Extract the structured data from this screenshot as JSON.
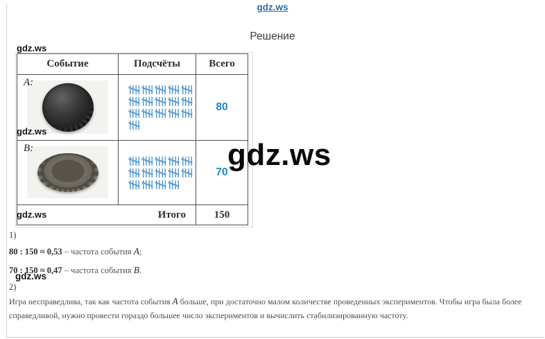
{
  "watermark": "gdz.ws",
  "heading": "Решение",
  "table": {
    "headers": [
      "Событие",
      "Подсчёты",
      "Всего"
    ],
    "rows": [
      {
        "event_label": "A:",
        "cap": "bottle-cap-top-view",
        "tally_groups": 16,
        "groups_per_row": 5,
        "tally_value": 80,
        "total": "80"
      },
      {
        "event_label": "B:",
        "cap": "bottle-cap-inside-view",
        "tally_groups": 14,
        "groups_per_row": 5,
        "tally_value": 70,
        "total": "70"
      }
    ],
    "footer_label": "Итого",
    "footer_total": "150"
  },
  "solution": {
    "part1_label": "1)",
    "lines": [
      {
        "expr": "80 : 150 ≈ 0,53",
        "mid": " – частота события ",
        "var": "A",
        "end": ";"
      },
      {
        "expr": "70 : 150 ≈ 0,47",
        "mid": " – частота события ",
        "var": "B",
        "end": "."
      }
    ],
    "part2_label": "2)",
    "part2_pre": "Игра несправедлива, так как частота события ",
    "part2_var": "A",
    "part2_post": " больше, при достаточно малом количестве проведенных экспериментов. Чтобы игра была более справедливой, нужно провести гораздо большее число экспериментов и вычислить стабилизированную частоту."
  },
  "colors": {
    "tally": "#5a9bd4",
    "accent_number": "#2187c8",
    "link": "#2b6fad"
  }
}
